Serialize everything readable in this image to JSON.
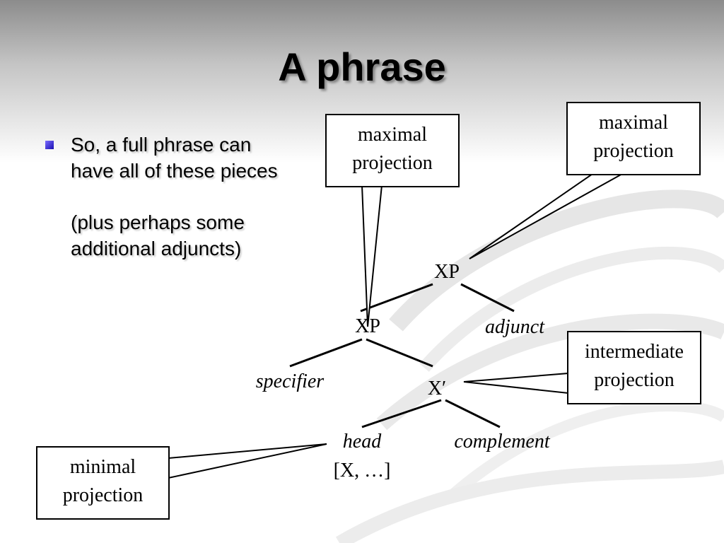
{
  "slide": {
    "title": "A phrase",
    "bullet": {
      "main": "So, a full phrase can have all of these pieces",
      "sub": "(plus perhaps some additional adjuncts)"
    }
  },
  "tree": {
    "nodes": {
      "xp_top": "XP",
      "xp_mid": "XP",
      "adjunct": "adjunct",
      "specifier": "specifier",
      "x_bar": "X′",
      "head": "head",
      "head_features": "[X, …]",
      "complement": "complement"
    },
    "callouts": {
      "maximal_left": {
        "line1": "maximal",
        "line2": "projection"
      },
      "maximal_right": {
        "line1": "maximal",
        "line2": "projection"
      },
      "intermediate": {
        "line1": "intermediate",
        "line2": "projection"
      },
      "minimal": {
        "line1": "minimal",
        "line2": "projection"
      }
    }
  }
}
